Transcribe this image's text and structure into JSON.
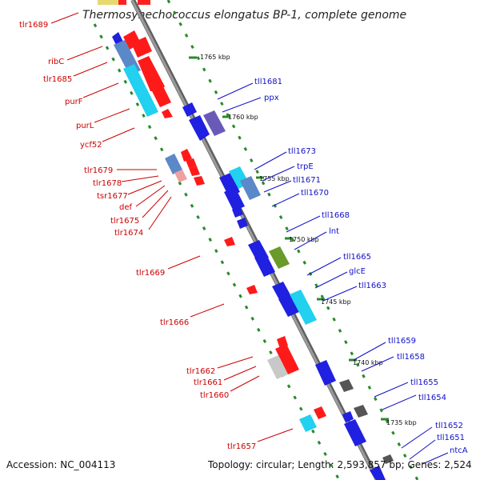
{
  "title": "Thermosynechococcus elongatus BP-1, complete genome",
  "accession": "Accession: NC_004113",
  "topology": "Topology: circular; Length: 2,593,857 bp; Genes: 2,524",
  "colors": {
    "reverse_label": "#cc0000",
    "forward_label": "#1010c8",
    "backbone": "#8a8a8a",
    "kbp_tick": "#2a8a2a"
  },
  "kbp_markers": [
    "1765 kbp",
    "1760 kbp",
    "1755 kbp",
    "1750 kbp",
    "1745 kbp",
    "1740 kbp",
    "1735 kbp"
  ],
  "reverse_genes": [
    "tlr1689",
    "ribC",
    "tlr1685",
    "purF",
    "purL",
    "ycf52",
    "tlr1679",
    "tlr1678",
    "tsr1677",
    "def",
    "tlr1675",
    "tlr1674",
    "tlr1669",
    "tlr1666",
    "tlr1662",
    "tlr1661",
    "tlr1660",
    "tlr1657"
  ],
  "forward_genes": [
    "tll1681",
    "ppx",
    "tll1673",
    "trpE",
    "tll1671",
    "tll1670",
    "tll1668",
    "lnt",
    "tll1665",
    "glcE",
    "tll1663",
    "tll1659",
    "tll1658",
    "tll1655",
    "tll1654",
    "tll1652",
    "tll1651",
    "ntcA"
  ]
}
